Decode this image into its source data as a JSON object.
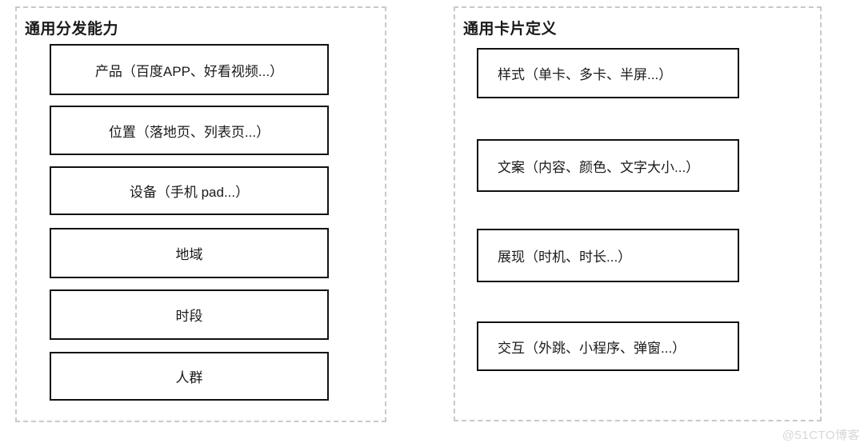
{
  "panels": [
    {
      "title": "通用分发能力",
      "items": [
        {
          "label": "产品（百度APP、好看视频...）"
        },
        {
          "label": "位置（落地页、列表页...）"
        },
        {
          "label": "设备（手机 pad...）"
        },
        {
          "label": "地域"
        },
        {
          "label": "时段"
        },
        {
          "label": "人群"
        }
      ]
    },
    {
      "title": "通用卡片定义",
      "items": [
        {
          "label": "样式（单卡、多卡、半屏...）"
        },
        {
          "label": "文案（内容、颜色、文字大小...）"
        },
        {
          "label": "展现（时机、时长...）"
        },
        {
          "label": "交互（外跳、小程序、弹窗...）"
        }
      ]
    }
  ],
  "watermark": "@51CTO博客",
  "colors": {
    "background": "#ffffff",
    "node_border": "#111111",
    "panel_border": "#c9c9c9",
    "text": "#1a1a1a",
    "watermark": "#d7d7d7"
  }
}
